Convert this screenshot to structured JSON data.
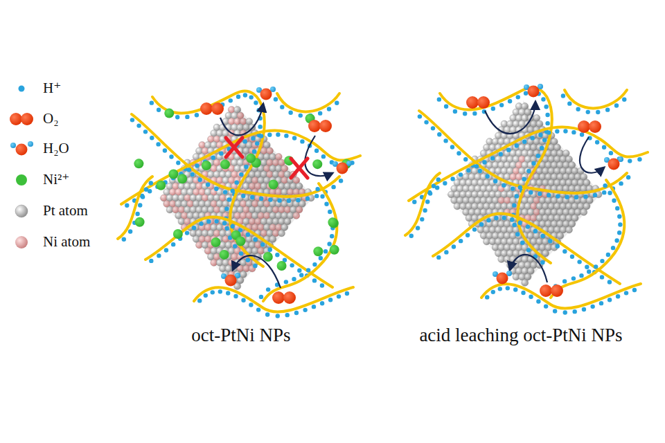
{
  "diagram": {
    "labels": [
      "oct-PtNi NPs",
      "acid leaching oct-PtNi NPs"
    ],
    "legend": [
      {
        "text": "H⁺",
        "color": "#29a3dd"
      },
      {
        "text": "O₂"
      },
      {
        "text": "H₂O"
      },
      {
        "text": "Ni²⁺",
        "color": "#3dbf3a"
      },
      {
        "text": "Pt atom"
      },
      {
        "text": "Ni atom"
      }
    ]
  }
}
